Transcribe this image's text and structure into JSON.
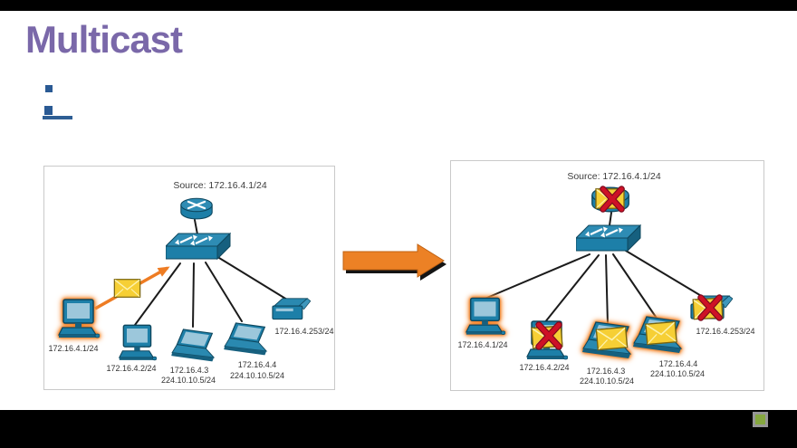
{
  "title": "Multicast",
  "left_diagram": {
    "source_label": "Source: 172.16.4.1/24",
    "labels": {
      "pc1": "172.16.4.1/24",
      "pc2": "172.16.4.2/24",
      "laptop3_ip": "172.16.4.3",
      "laptop3_group": "224.10.10.5/24",
      "laptop4_ip": "172.16.4.4",
      "laptop4_group": "224.10.10.5/24",
      "printer": "172.16.4.253/24"
    }
  },
  "right_diagram": {
    "source_label": "Source: 172.16.4.1/24",
    "labels": {
      "pc1": "172.16.4.1/24",
      "pc2": "172.16.4.2/24",
      "laptop3_ip": "172.16.4.3",
      "laptop3_group": "224.10.10.5/24",
      "laptop4_ip": "172.16.4.4",
      "laptop4_group": "224.10.10.5/24",
      "printer": "172.16.4.253/24"
    }
  },
  "colors": {
    "title_purple": "#7A68A9",
    "bullet_blue": "#2A5A94",
    "device_blue": "#1D7FA8",
    "accent_orange": "#EC8125",
    "highlight_orange": "#F07D23",
    "envelope_yellow": "#F6CF35",
    "red_x": "#CE1126",
    "logo_green": "#85A73F",
    "letterbox_black": "#000000"
  }
}
